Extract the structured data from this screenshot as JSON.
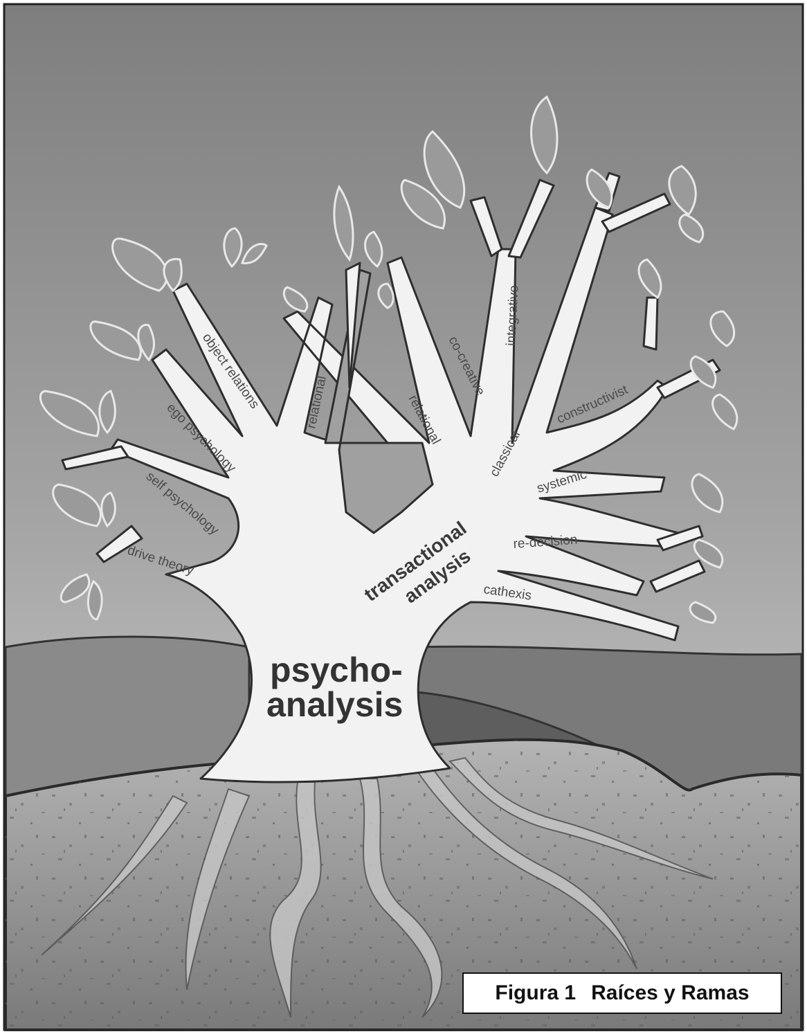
{
  "figure": {
    "trunk_label_line1": "psycho-",
    "trunk_label_line2": "analysis",
    "mid_label_line1": "transactional",
    "mid_label_line2": "analysis",
    "branches": [
      "object relations",
      "ego psychology",
      "self psychology",
      "drive theory",
      "relational",
      "relational",
      "co-creative",
      "integrative",
      "classical",
      "constructivist",
      "systemic",
      "re-decision",
      "cathexis"
    ]
  },
  "caption": {
    "number": "Figura 1",
    "title": "Raíces y Ramas"
  },
  "colors": {
    "sky": "#8c8c8c",
    "tree": "#f2f2f2",
    "leaf": "#9a9a9a",
    "soil": "#828282",
    "ground_band": "#6e6e6e"
  },
  "icons": [
    "leaf-icon"
  ]
}
